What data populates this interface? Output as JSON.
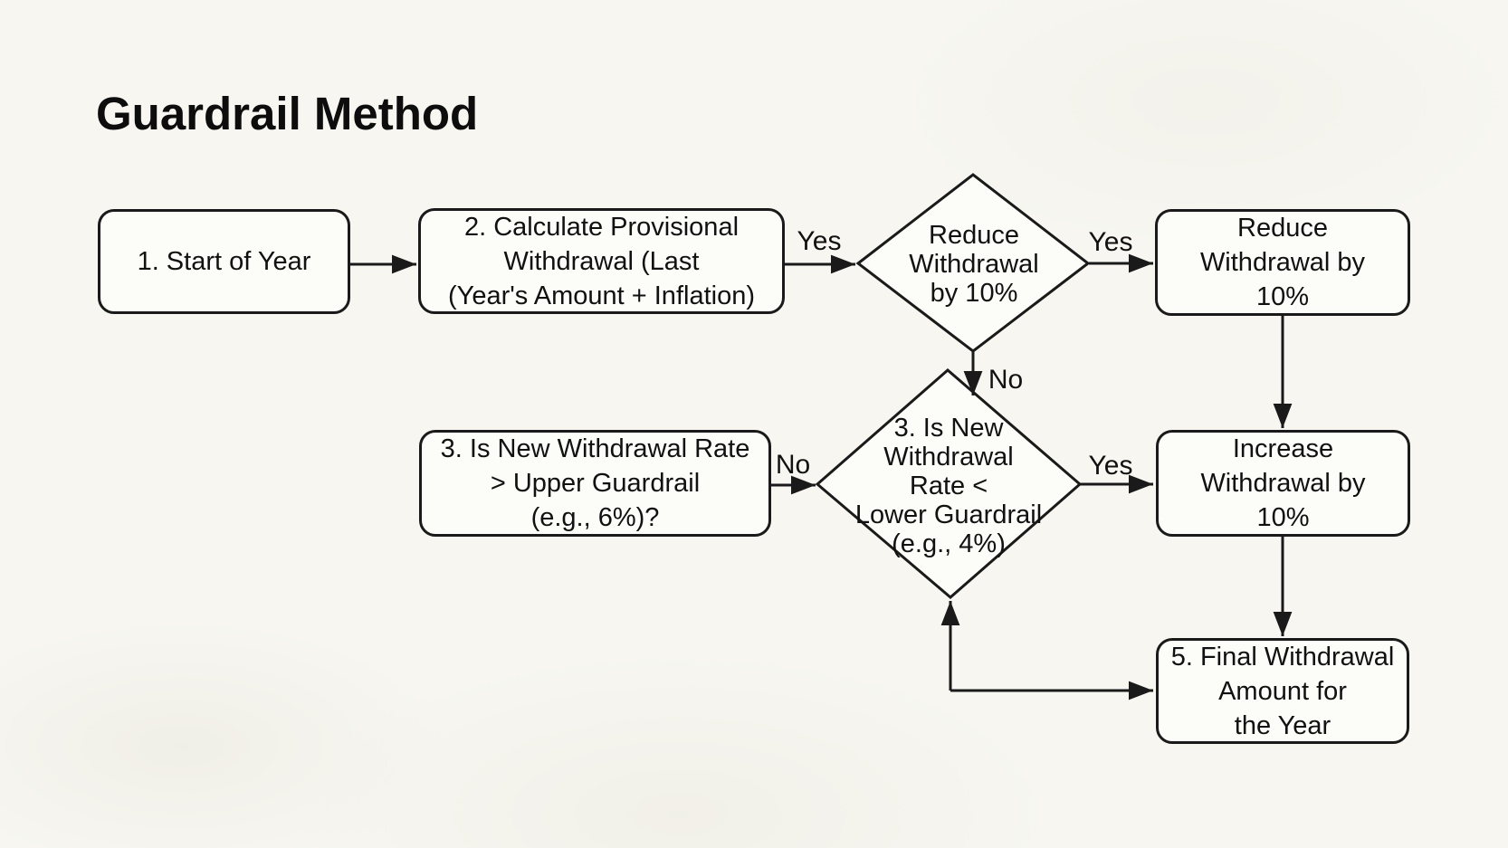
{
  "title": "Guardrail Method",
  "colors": {
    "background": "#f7f6f1",
    "line": "#1a1a1a",
    "node_fill": "#fcfcf9",
    "text": "#111111"
  },
  "nodes": {
    "start": {
      "label": "1. Start of Year"
    },
    "provisional": {
      "label": "2. Calculate Provisional\nWithdrawal (Last\n(Year's Amount + Inflation)"
    },
    "reduce_decision": {
      "label": "Reduce\nWithdrawal\nby 10%"
    },
    "reduce_action": {
      "label": "Reduce\nWithdrawal by\n10%"
    },
    "upper_check": {
      "label": "3. Is New Withdrawal Rate\n> Upper Guardrail\n(e.g., 6%)?"
    },
    "lower_check": {
      "label": "3. Is New\nWithdrawal\nRate <\nLower Guardrail\n(e.g., 4%)"
    },
    "increase_action": {
      "label": "Increase\nWithdrawal by\n10%"
    },
    "final": {
      "label": "5. Final Withdrawal\nAmount for\nthe Year"
    }
  },
  "edge_labels": {
    "provisional_to_reduce_decision": "Yes",
    "reduce_decision_to_reduce_action": "Yes",
    "reduce_decision_to_lower_check": "No",
    "upper_check_to_lower_check": "No",
    "lower_check_to_increase_action": "Yes"
  }
}
